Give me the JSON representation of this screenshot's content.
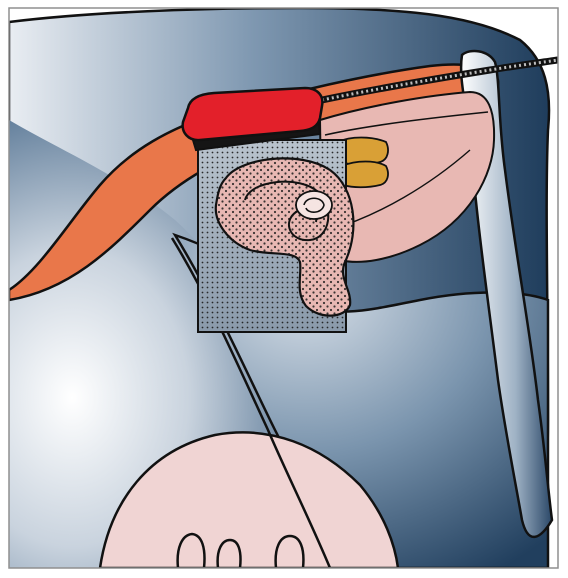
{
  "illustration": {
    "colors": {
      "frame": "#8f8f8f",
      "hide_dark": "#1f3d5c",
      "hide_mid": "#5d7d9c",
      "hide_light": "#f3f5f8",
      "back_stripe": "#e9774a",
      "probe_red": "#e3202a",
      "probe_base": "#151515",
      "reproductive_tract": "#e8b8b3",
      "ovaries": "#d9a036",
      "udder": "#f0d4d3",
      "rectal_area": "#c8a6a6"
    },
    "parts": [
      "cow-hindquarter",
      "tail",
      "back-stripe",
      "ultrasound-probe",
      "probe-cable",
      "uterus",
      "ovaries",
      "scan-field",
      "udder"
    ]
  }
}
